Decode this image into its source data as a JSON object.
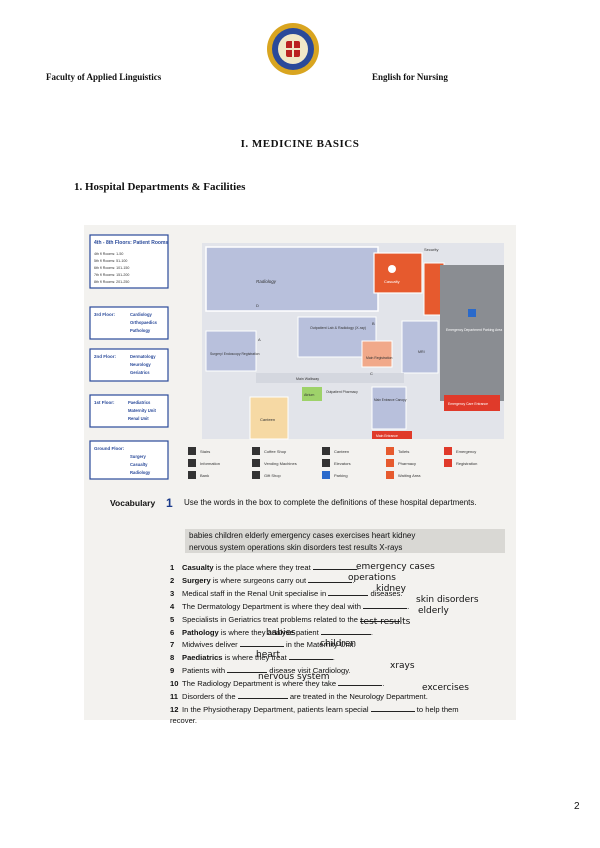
{
  "header": {
    "faculty": "Faculty of Applied Linguistics",
    "course": "English for Nursing"
  },
  "section_title": "I. MEDICINE BASICS",
  "subsection_title": "1. Hospital Departments & Facilities",
  "floor_guide": [
    {
      "heading": "4th - 8th Floors: Patient Rooms",
      "items": [
        "4th fl Rooms: 1-50",
        "5th fl Rooms: 51-100",
        "6th fl Rooms: 101-150",
        "7th fl Rooms: 151-200",
        "8th fl Rooms: 201-250"
      ]
    },
    {
      "heading": "3rd Floor:",
      "items": [
        "Cardiology",
        "Orthopaedics",
        "Pathology"
      ]
    },
    {
      "heading": "2nd Floor:",
      "items": [
        "Dermatology",
        "Neurology",
        "Geriatrics"
      ]
    },
    {
      "heading": "1st Floor:",
      "items": [
        "Paediatrics",
        "Maternity Unit",
        "Renal Unit"
      ]
    },
    {
      "heading": "Ground Floor:",
      "items": [
        "Surgery",
        "Casualty",
        "Radiology"
      ]
    }
  ],
  "floor_plan_labels": {
    "security": "Security",
    "radiology": "Radiology",
    "casualty": "Casualty",
    "emergency_entrance": "Emergency Entrance",
    "emergency_parking": "Emergency Department Parking Area",
    "outpatient_lab": "Outpatient Lab & Radiology (X-ray)",
    "surgery_reg": "Surgery/ Endoscopy Registration",
    "main_reg": "Main Registration",
    "mri": "MRI",
    "main_walkway": "Main Walkway",
    "atrium": "Atrium",
    "pharmacy": "Outpatient Pharmacy",
    "main_canopy": "Main Entrance Canopy",
    "canteen": "Canteen",
    "emergency_care": "Emergency Care Entrance",
    "main_entrance": "Main Entrance",
    "d": "D",
    "a": "A",
    "b": "B",
    "c": "C"
  },
  "legend": [
    "Stairs",
    "Coffee Shop",
    "Canteen",
    "Toilets",
    "Emergency",
    "Information",
    "Vending Machines",
    "Elevators",
    "Pharmacy",
    "Registration",
    "Bank",
    "Gift Shop",
    "Parking",
    "Waiting Area"
  ],
  "vocabulary": {
    "label": "Vocabulary",
    "number": "1",
    "instruction": "Use the words in the box to complete the definitions of these hospital departments.",
    "word_box_line1": "babies  children  elderly  emergency cases  exercises  heart  kidney",
    "word_box_line2": "nervous system  operations  skin disorders  test results  X-rays",
    "items": [
      {
        "n": "1",
        "bold": "Casualty",
        "rest": " is the place where they treat ",
        "after": "."
      },
      {
        "n": "2",
        "bold": "Surgery",
        "rest": " is where surgeons carry out ",
        "after": "."
      },
      {
        "n": "3",
        "bold": "",
        "rest": "Medical staff in the Renal Unit specialise in ",
        "after": " diseases."
      },
      {
        "n": "4",
        "bold": "",
        "rest": "The Dermatology Department is where they deal with ",
        "after": "."
      },
      {
        "n": "5",
        "bold": "",
        "rest": "Specialists in Geriatrics treat problems related to the ",
        "after": "."
      },
      {
        "n": "6",
        "bold": "Pathology",
        "rest": " is where they analyse patient ",
        "after": "."
      },
      {
        "n": "7",
        "bold": "",
        "rest": "Midwives deliver ",
        "after": " in the Maternity Unit."
      },
      {
        "n": "8",
        "bold": "Paediatrics",
        "rest": " is where they treat ",
        "after": "."
      },
      {
        "n": "9",
        "bold": "",
        "rest": "Patients with ",
        "after": " disease visit Cardiology."
      },
      {
        "n": "10",
        "bold": "",
        "rest": "The Radiology Department is where they take ",
        "after": "."
      },
      {
        "n": "11",
        "bold": "",
        "rest": "Disorders of the ",
        "after": " are treated in the Neurology Department."
      },
      {
        "n": "12",
        "bold": "",
        "rest": "In the Physiotherapy Department, patients learn special ",
        "after": " to help them recover."
      }
    ],
    "answers": [
      "emergency cases",
      "operations",
      "kidney",
      "skin disorders",
      "elderly",
      "test results",
      "babies",
      "children",
      "heart",
      "xrays",
      "nervous system",
      "excercises"
    ]
  },
  "page_number": "2"
}
